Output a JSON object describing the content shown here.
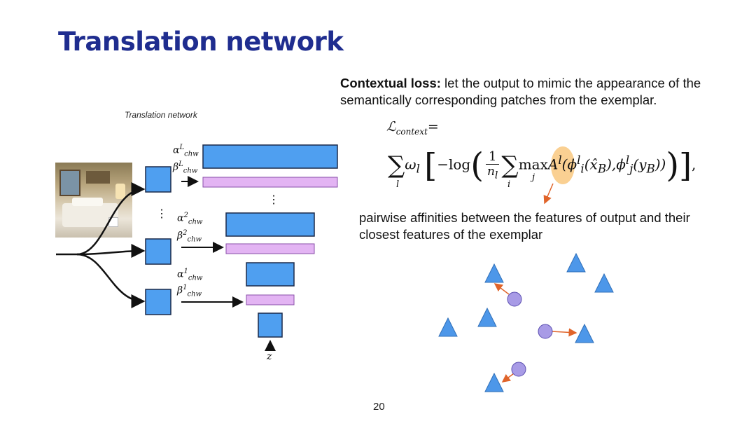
{
  "title": "Translation network",
  "diagram": {
    "caption": "Translation network",
    "labels": {
      "alpha_L": "α",
      "alpha_L_sup": "L",
      "alpha_L_sub": "chw",
      "beta_L": "β",
      "beta_L_sup": "L",
      "beta_L_sub": "chw",
      "alpha_2": "α",
      "alpha_2_sup": "2",
      "alpha_2_sub": "chw",
      "beta_2": "β",
      "beta_2_sup": "2",
      "beta_2_sub": "chw",
      "alpha_1": "α",
      "alpha_1_sup": "1",
      "alpha_1_sub": "chw",
      "beta_1": "β",
      "beta_1_sup": "1",
      "beta_1_sub": "chw",
      "z": "z",
      "dots_left": "⋮",
      "dots_right": "⋮"
    },
    "colors": {
      "feature_block": "#4f9ff0",
      "feature_block_border": "#1b2a4a",
      "modulation_bar": "#e3b4f3",
      "arrow": "#111111"
    }
  },
  "contextual": {
    "heading": "Contextual loss:",
    "text": " let the output to mimic the appearance of the semantically corresponding patches from the exemplar."
  },
  "formula": {
    "lhs_symbol": "ℒ",
    "lhs_sub": "context",
    "lhs_eq": "=",
    "omega": "ω",
    "omega_sub": "l",
    "neg_log": "−log",
    "frac_num": "1",
    "frac_den": "n",
    "frac_den_sub": "l",
    "max": "max",
    "max_sub": "j",
    "body": "A",
    "body_sup": "l",
    "phi_i": "(ϕ",
    "phi_i_sup": "l",
    "phi_i_sub": "i",
    "x_hat": "(x̂",
    "x_hat_sub": "B",
    "comma": "),ϕ",
    "phi_j_sup": "l",
    "phi_j_sub": "j",
    "y_b": "(y",
    "y_b_sub": "B",
    "close": "))",
    "trailing_comma": ",",
    "sum_idx_l": "l",
    "sum_idx_i": "i"
  },
  "affinity": {
    "text": "pairwise affinities between the features of output and their closest features of the exemplar"
  },
  "illustration": {
    "triangle_color": "#4d97e9",
    "circle_color": "#a89be6",
    "link_color": "#e0642a"
  },
  "page_number": "20"
}
